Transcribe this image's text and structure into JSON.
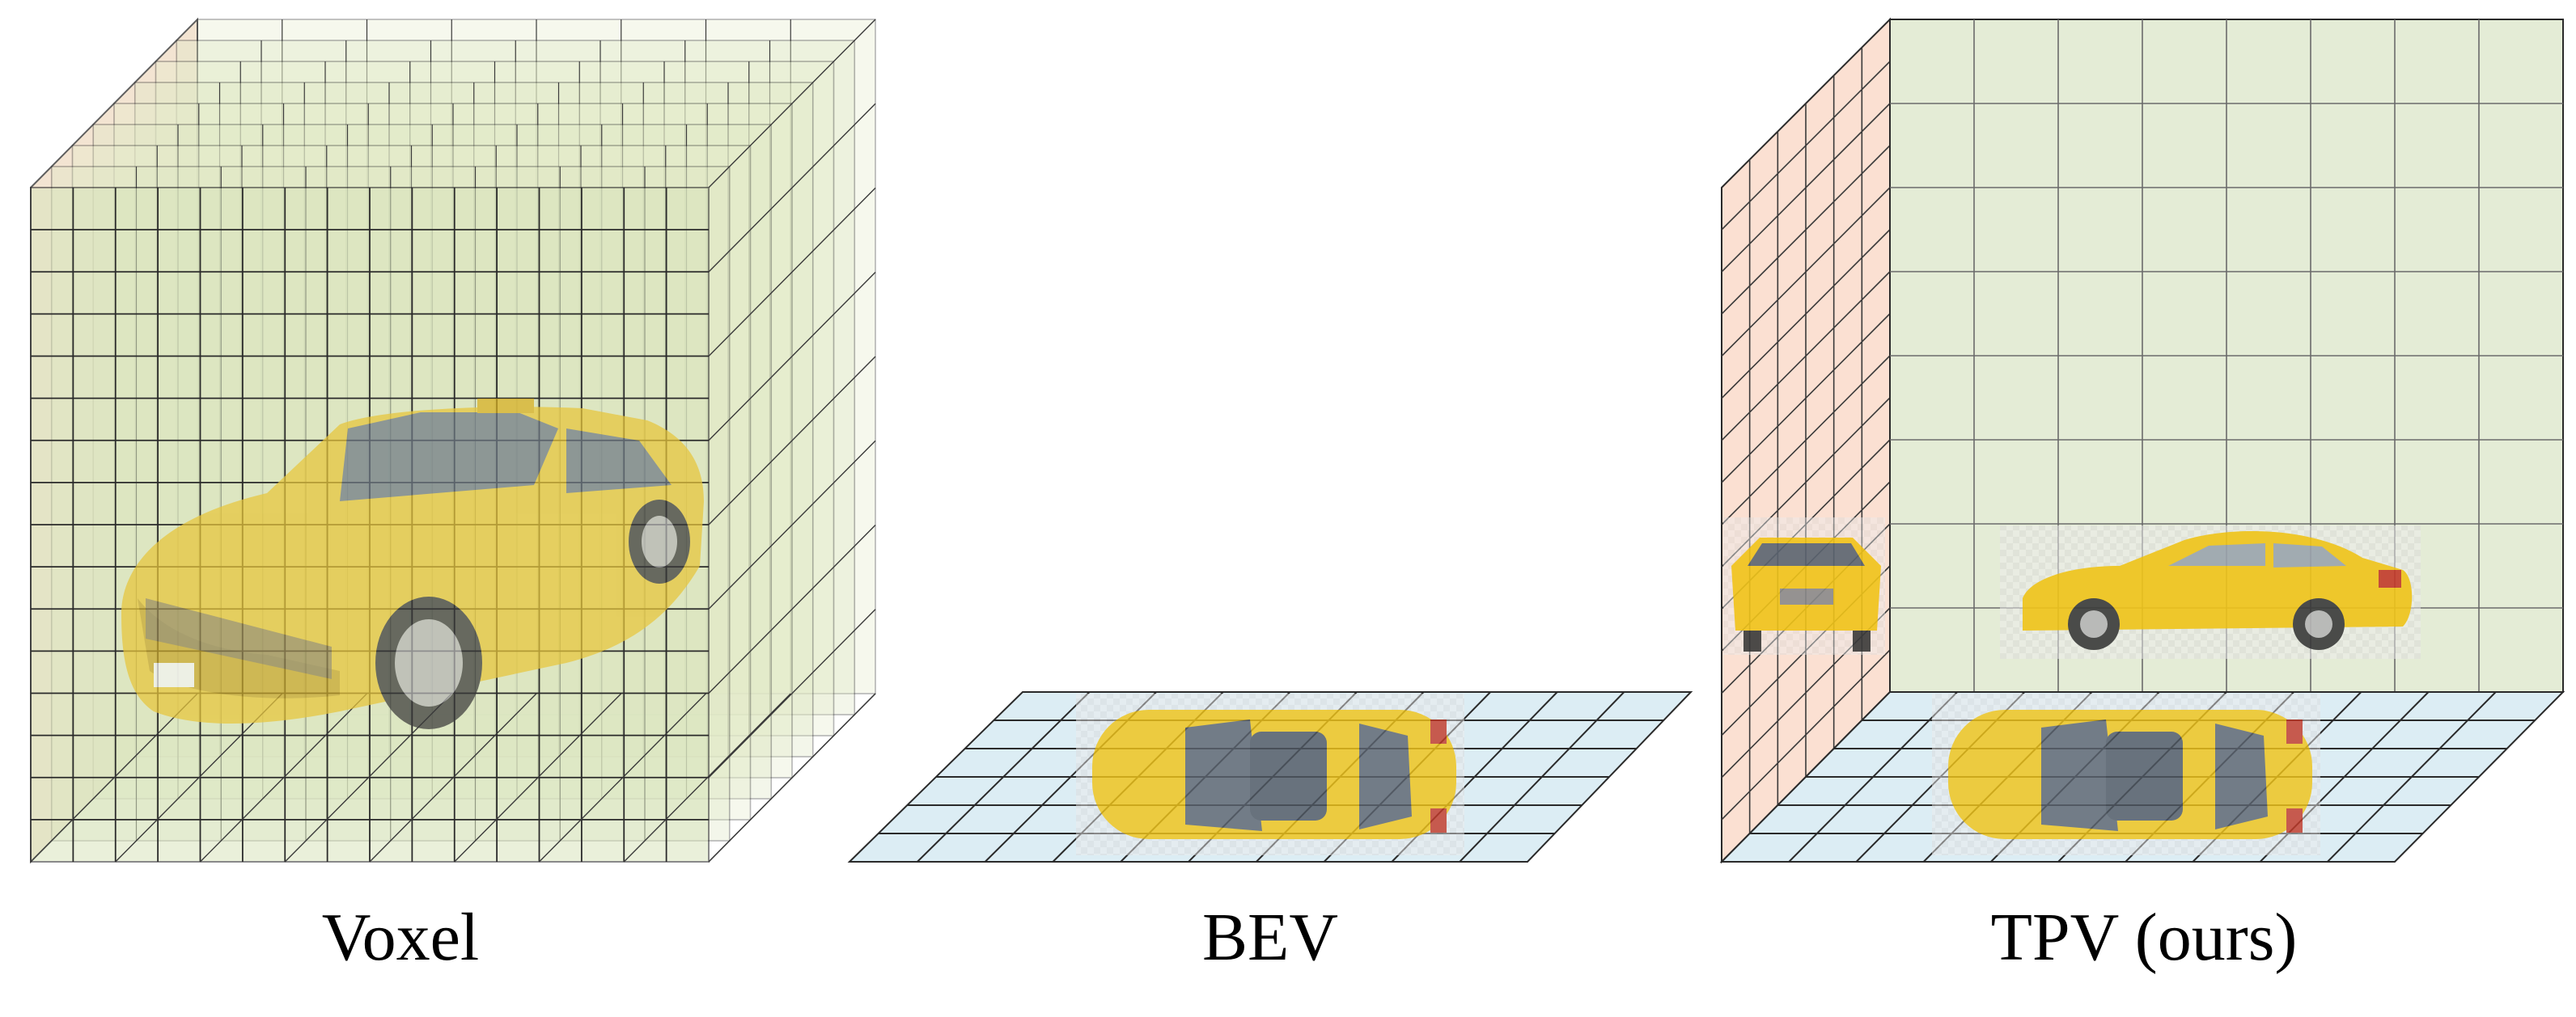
{
  "panels": [
    {
      "id": "voxel",
      "label": "Voxel"
    },
    {
      "id": "bev",
      "label": "BEV"
    },
    {
      "id": "tpv",
      "label": "TPV (ours)"
    }
  ],
  "colors": {
    "voxel_fill": "#d9e5bd",
    "voxel_side": "#f0dcc4",
    "bev_plane": "#dcedf4",
    "tpv_front": "#e4ecd6",
    "tpv_side": "#fbe0d2",
    "grid_line": "#2a2a2a",
    "car_yellow": "#f0c419",
    "car_window": "#5b6470",
    "caption": "#000000"
  }
}
